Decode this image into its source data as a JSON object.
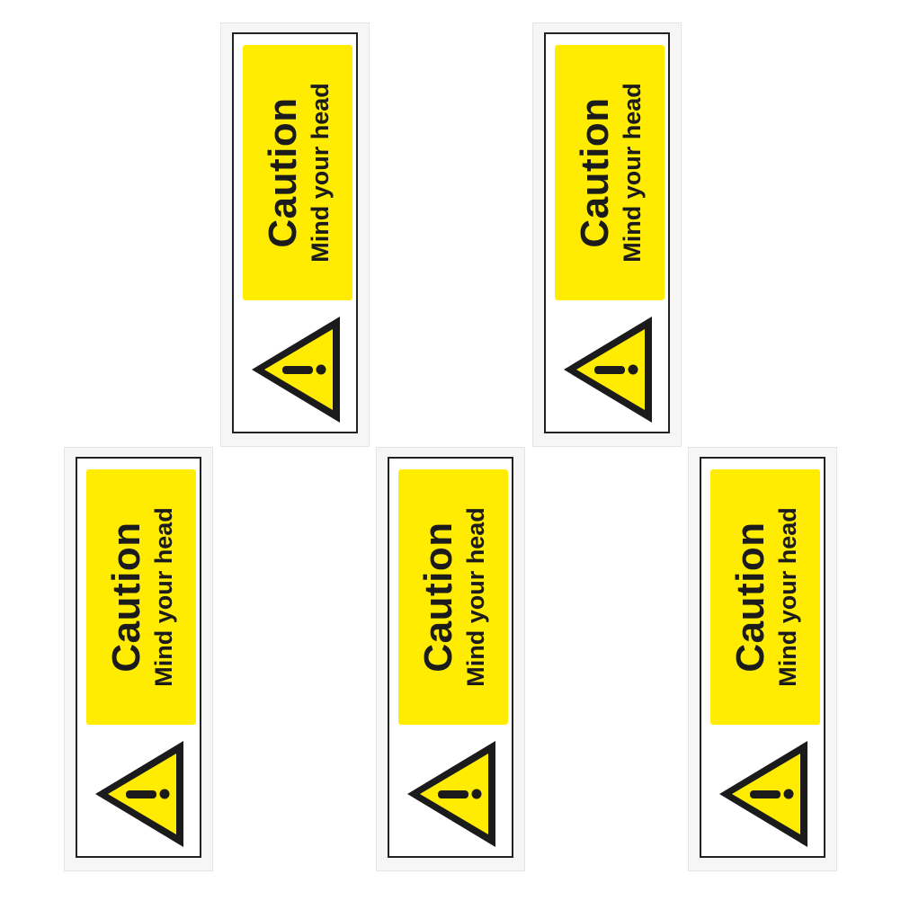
{
  "colors": {
    "background": "#ffffff",
    "sticker_sheet": "#f6f6f6",
    "label_yellow": "#ffec00",
    "ink": "#1b1b1b"
  },
  "stickers": [
    {
      "title": "Caution",
      "subtitle": "Mind your head",
      "icon": "warning-triangle-icon"
    },
    {
      "title": "Caution",
      "subtitle": "Mind your head",
      "icon": "warning-triangle-icon"
    },
    {
      "title": "Caution",
      "subtitle": "Mind your head",
      "icon": "warning-triangle-icon"
    },
    {
      "title": "Caution",
      "subtitle": "Mind your head",
      "icon": "warning-triangle-icon"
    },
    {
      "title": "Caution",
      "subtitle": "Mind your head",
      "icon": "warning-triangle-icon"
    }
  ]
}
